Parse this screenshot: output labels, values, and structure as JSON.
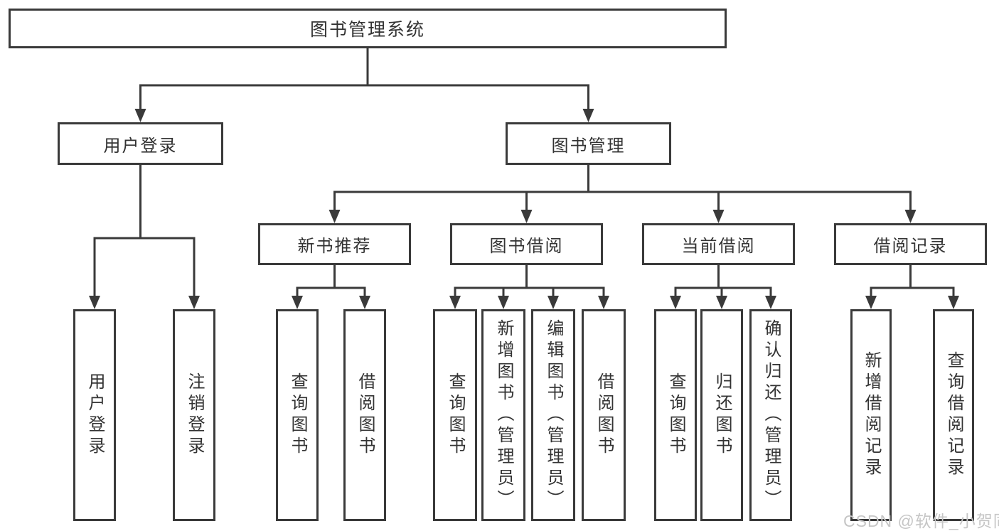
{
  "diagram": {
    "title": "图书管理系统",
    "root": {
      "label": "图书管理系统"
    },
    "level2": [
      {
        "label": "用户登录"
      },
      {
        "label": "图书管理"
      }
    ],
    "level3": [
      {
        "label": "新书推荐",
        "parent": "图书管理"
      },
      {
        "label": "图书借阅",
        "parent": "图书管理"
      },
      {
        "label": "当前借阅",
        "parent": "图书管理"
      },
      {
        "label": "借阅记录",
        "parent": "图书管理"
      }
    ],
    "leaves": [
      {
        "label": "用户登录",
        "parent": "用户登录"
      },
      {
        "label": "注销登录",
        "parent": "用户登录"
      },
      {
        "label": "查询图书",
        "parent": "新书推荐"
      },
      {
        "label": "借阅图书",
        "parent": "新书推荐"
      },
      {
        "label": "查询图书",
        "parent": "图书借阅"
      },
      {
        "label": "新增图书（管理员）",
        "parent": "图书借阅"
      },
      {
        "label": "编辑图书（管理员）",
        "parent": "图书借阅"
      },
      {
        "label": "借阅图书",
        "parent": "图书借阅"
      },
      {
        "label": "查询图书",
        "parent": "当前借阅"
      },
      {
        "label": "归还图书",
        "parent": "当前借阅"
      },
      {
        "label": "确认归还（管理员）",
        "parent": "当前借阅"
      },
      {
        "label": "新增借阅记录",
        "parent": "借阅记录"
      },
      {
        "label": "查询借阅记录",
        "parent": "借阅记录"
      }
    ]
  },
  "watermark": "CSDN @软件_小贺同学",
  "colors": {
    "line": "#3a3a3a",
    "text": "#333333",
    "box_fill": "#ffffff",
    "background": "#ffffff",
    "watermark": "#c6c6c6"
  }
}
